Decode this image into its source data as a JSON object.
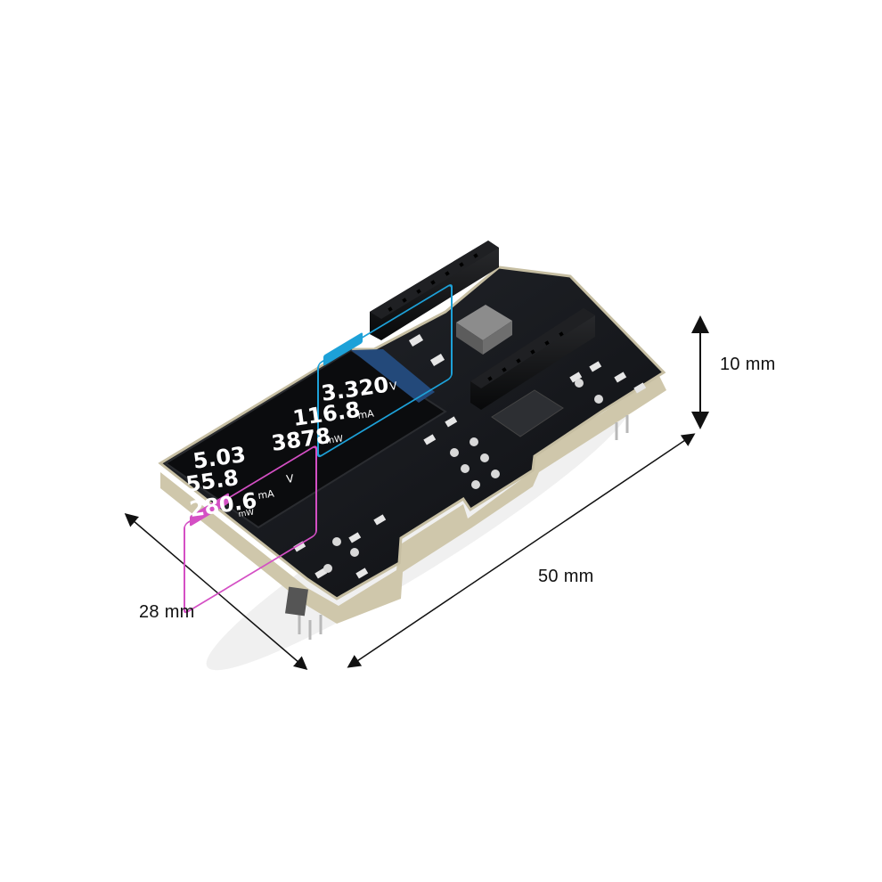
{
  "dimensions": {
    "height_label": "10 mm",
    "length_label": "50 mm",
    "width_label": "28 mm"
  },
  "screen": {
    "channel_a": {
      "voltage": "3.320",
      "voltage_unit": "V",
      "current": "116.8",
      "current_unit": "mA",
      "power": "3878",
      "power_unit": "mW"
    },
    "channel_b": {
      "voltage": "5.03",
      "voltage_unit": "V",
      "current": "55.8",
      "current_unit": "mA",
      "power": "280.6",
      "power_unit": "mW"
    }
  },
  "colors": {
    "pcb": "#15171b",
    "pcb_edge": "#c9c2a8",
    "channel_a_accent": "#1da1d8",
    "channel_b_accent": "#d44fc4",
    "arrow": "#111111"
  }
}
